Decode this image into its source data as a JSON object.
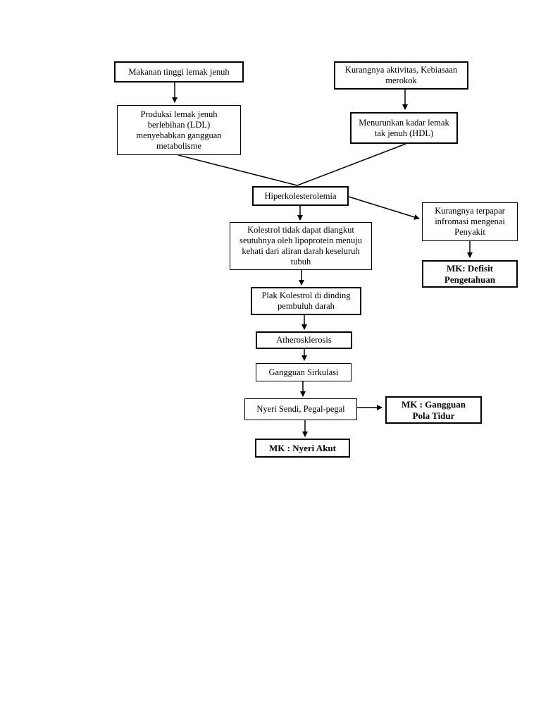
{
  "nodes": {
    "makanan": "Makanan tinggi lemak jenuh",
    "kurangnya_aktivitas": "Kurangnya aktivitas, Kebiasaan\nmerokok",
    "produksi_lemak": "Produksi lemak jenuh\nberlebihan (LDL)\nmenyebabkan gangguan\nmetabolisme",
    "menurunkan_kadar": "Menurunkan kadar lemak\ntak jenuh (HDL)",
    "hiperkolesterolemia": "Hiperkolesterolemia",
    "kolestrol_tidak": "Kolestrol tidak dapat diangkut\nseutuhnya oleh lipoprotein menuju\nkehati dari aliran darah keseluruh\ntubuh",
    "kurangnya_terpapar": "Kurangnya terpapar\ninfromasi mengenai\nPenyakit",
    "mk_defisit": "MK: Defisit\nPengetahuan",
    "plak_kolestrol": "Plak Kolestrol di dinding\npembuluh darah",
    "atherosklerosis": "Atherosklerosis",
    "gangguan_sirkulasi": "Gangguan Sirkulasi",
    "nyeri_sendi": "Nyeri Sendi, Pegal-pegal",
    "mk_gangguan_tidur": "MK : Gangguan\nPola Tidur",
    "mk_nyeri_akut": "MK : Nyeri Akut"
  }
}
